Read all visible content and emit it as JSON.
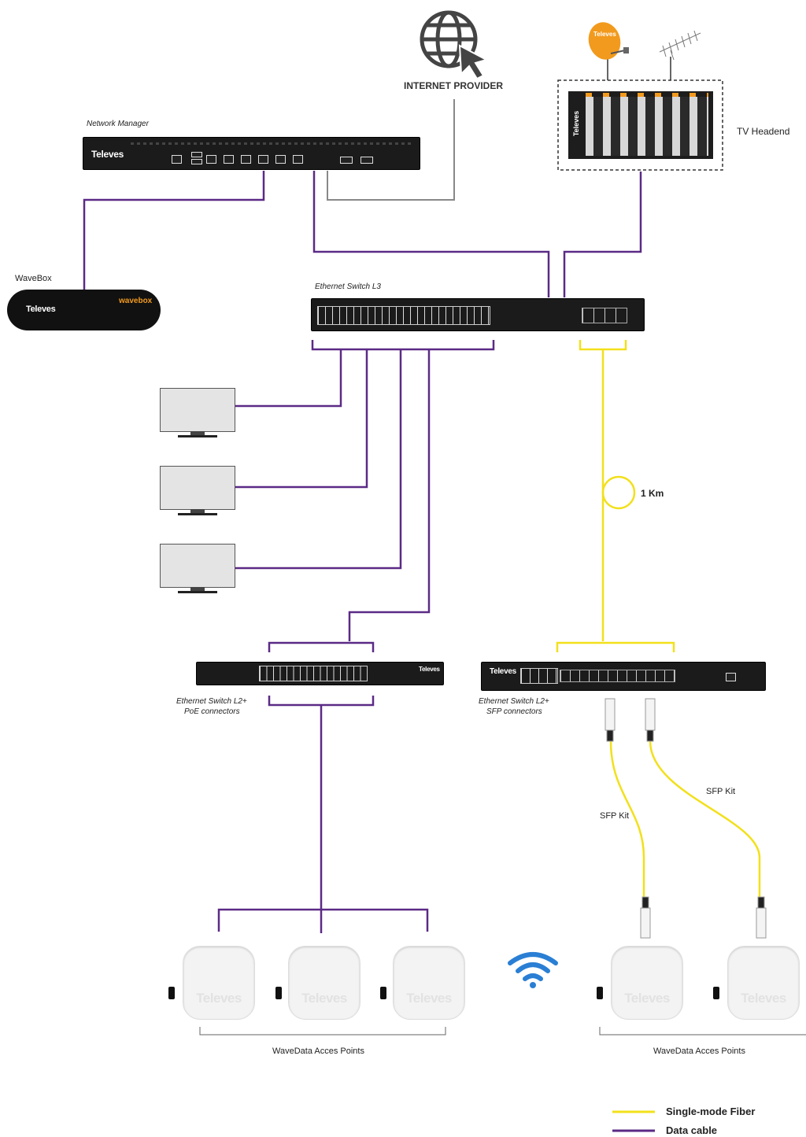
{
  "labels": {
    "internet_provider": "INTERNET PROVIDER",
    "network_manager": "Network Manager",
    "tv_headend": "TV Headend",
    "wavebox": "WaveBox",
    "switch_l3": "Ethernet Switch L3",
    "switch_poe_line1": "Ethernet Switch L2+",
    "switch_poe_line2": "PoE connectors",
    "switch_sfp_line1": "Ethernet Switch L2+",
    "switch_sfp_line2": "SFP connectors",
    "distance": "1 Km",
    "sfp_kit_1": "SFP Kit",
    "sfp_kit_2": "SFP Kit",
    "ap_group_left": "WaveData Acces Points",
    "ap_group_right": "WaveData Acces Points"
  },
  "brand": {
    "name": "Televes",
    "wavebox_logo": "wavebox",
    "dish_logo": "Televes"
  },
  "access_points": [
    {
      "text": "Televes"
    },
    {
      "text": "Televes"
    },
    {
      "text": "Televes"
    },
    {
      "text": "Televes"
    },
    {
      "text": "Televes"
    }
  ],
  "legend": [
    {
      "label": "Single-mode Fiber",
      "color": "#f2e01b"
    },
    {
      "label": "Data cable",
      "color": "#5b2a86"
    }
  ],
  "colors": {
    "data_cable": "#5b2a86",
    "fiber": "#f2e01b",
    "internet_line": "#888888",
    "wifi": "#2a7fd4"
  },
  "icons": {
    "internet": "globe-cursor-icon",
    "wifi": "wifi-icon",
    "satellite": "satellite-dish-icon",
    "antenna": "terrestrial-antenna-icon"
  }
}
